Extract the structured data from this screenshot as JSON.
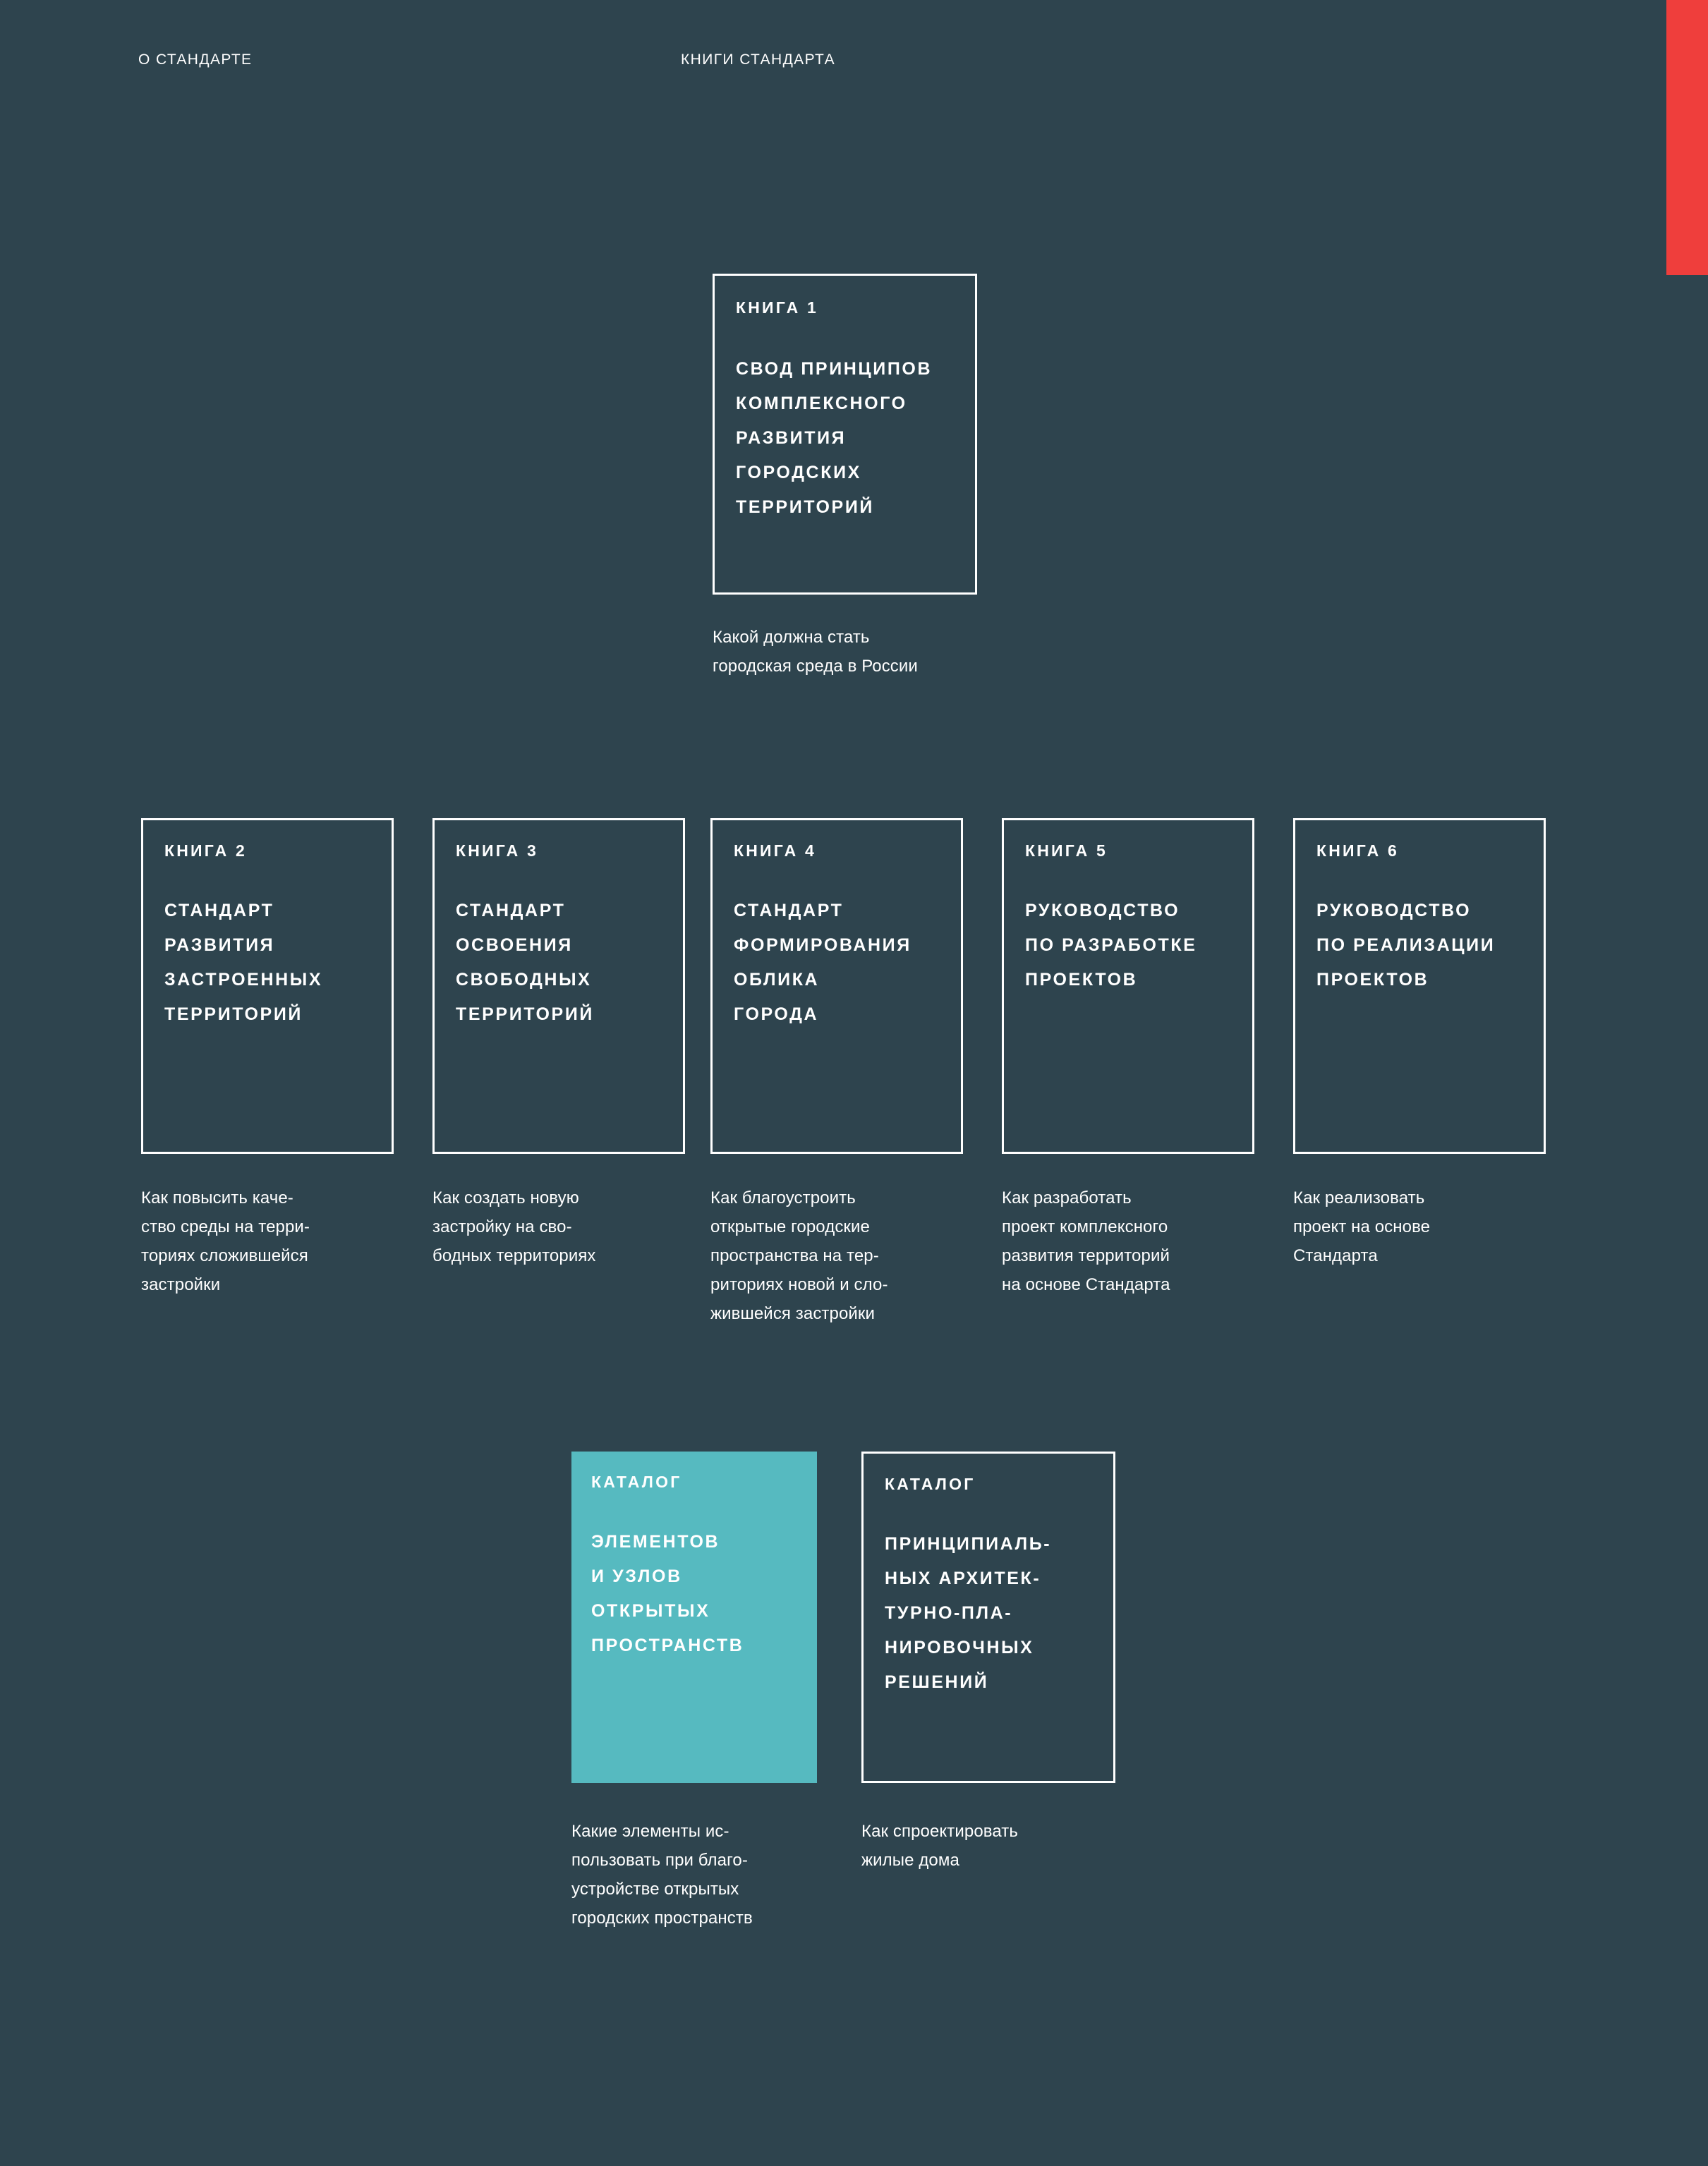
{
  "page": {
    "background_color": "#2e444e",
    "accent_color": "#ef3e3c",
    "catalog_highlight_color": "#56bac0",
    "text_color": "#ffffff"
  },
  "header": {
    "left_link": "О СТАНДАРТЕ",
    "right_link": "КНИГИ СТАНДАРТА"
  },
  "hero": {
    "eyebrow": "КНИГА 1",
    "title": "СВОД ПРИНЦИПОВ\nКОМПЛЕКСНОГО\nРАЗВИТИЯ\nГОРОДСКИХ\nТЕРРИТОРИЙ",
    "caption": "Какой должна стать\nгородская среда в России"
  },
  "books": [
    {
      "eyebrow": "КНИГА 2",
      "title": "СТАНДАРТ\nРАЗВИТИЯ\nЗАСТРОЕННЫХ\nТЕРРИТОРИЙ",
      "caption": "Как повысить каче-\nство среды на терри-\nториях сложившейся\nзастройки"
    },
    {
      "eyebrow": "КНИГА 3",
      "title": "СТАНДАРТ\nОСВОЕНИЯ\nСВОБОДНЫХ\nТЕРРИТОРИЙ",
      "caption": "Как создать новую\nзастройку на сво-\nбодных территориях"
    },
    {
      "eyebrow": "КНИГА 4",
      "title": "СТАНДАРТ\nФОРМИРОВАНИЯ\nОБЛИКА\nГОРОДА",
      "caption": "Как благоустроить\nоткрытые городские\nпространства на тер-\nриториях новой и сло-\nжившейся застройки"
    },
    {
      "eyebrow": "КНИГА 5",
      "title": "РУКОВОДСТВО\nПО РАЗРАБОТКЕ\nПРОЕКТОВ",
      "caption": "Как разработать\nпроект комплексного\nразвития территорий\nна основе Стандарта"
    },
    {
      "eyebrow": "КНИГА 6",
      "title": "РУКОВОДСТВО\nПО РЕАЛИЗАЦИИ\nПРОЕКТОВ",
      "caption": "Как реализовать\nпроект на основе\nСтандарта"
    }
  ],
  "catalogs": [
    {
      "eyebrow": "КАТАЛОГ",
      "title": "ЭЛЕМЕНТОВ\nИ УЗЛОВ\nОТКРЫТЫХ\nПРОСТРАНСТВ",
      "caption": "Какие элементы ис-\nпользовать при благо-\nустройстве открытых\nгородских пространств",
      "highlighted": true
    },
    {
      "eyebrow": "КАТАЛОГ",
      "title": "ПРИНЦИПИАЛЬ-\nНЫХ АРХИТЕК-\nТУРНО-ПЛА-\nНИРОВОЧНЫХ\nРЕШЕНИЙ",
      "caption": "Как спроектировать\nжилые дома",
      "highlighted": false
    }
  ]
}
